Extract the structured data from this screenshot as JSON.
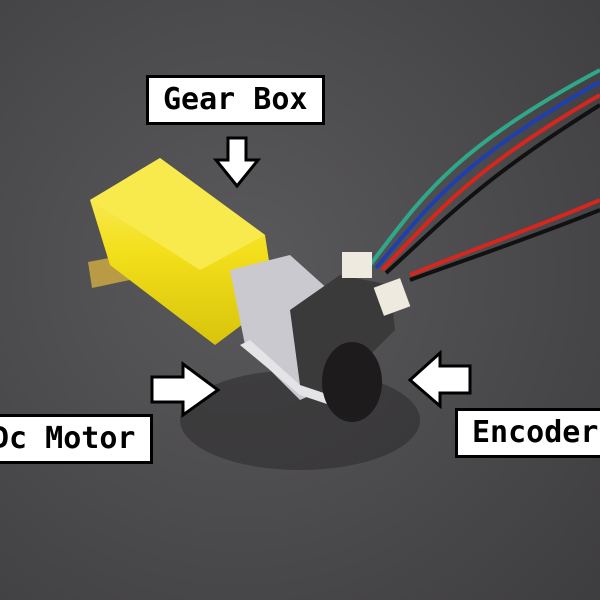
{
  "labels": {
    "gear_box": "Gear Box",
    "dc_motor": "Dc Motor",
    "encoder": "Encoder"
  },
  "colors": {
    "background": "#4b4a4c",
    "gearbox_yellow": "#f5e21c",
    "motor_silver": "#c9c9cf",
    "encoder_black": "#1d1b1c"
  }
}
